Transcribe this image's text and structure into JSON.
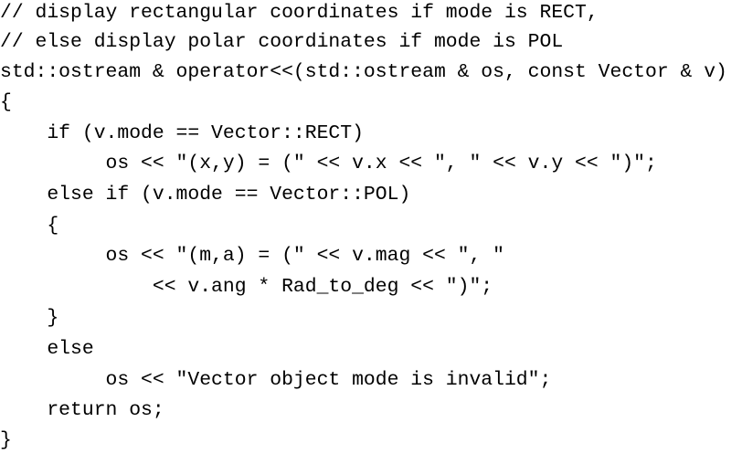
{
  "code": {
    "lines": [
      "// display rectangular coordinates if mode is RECT,",
      "// else display polar coordinates if mode is POL",
      "std::ostream & operator<<(std::ostream & os, const Vector & v)",
      "{",
      "    if (v.mode == Vector::RECT)",
      "         os << \"(x,y) = (\" << v.x << \", \" << v.y << \")\";",
      "    else if (v.mode == Vector::POL)",
      "    {",
      "         os << \"(m,a) = (\" << v.mag << \", \"",
      "             << v.ang * Rad_to_deg << \")\";",
      "    }",
      "    else",
      "         os << \"Vector object mode is invalid\";",
      "    return os;",
      "}"
    ]
  }
}
